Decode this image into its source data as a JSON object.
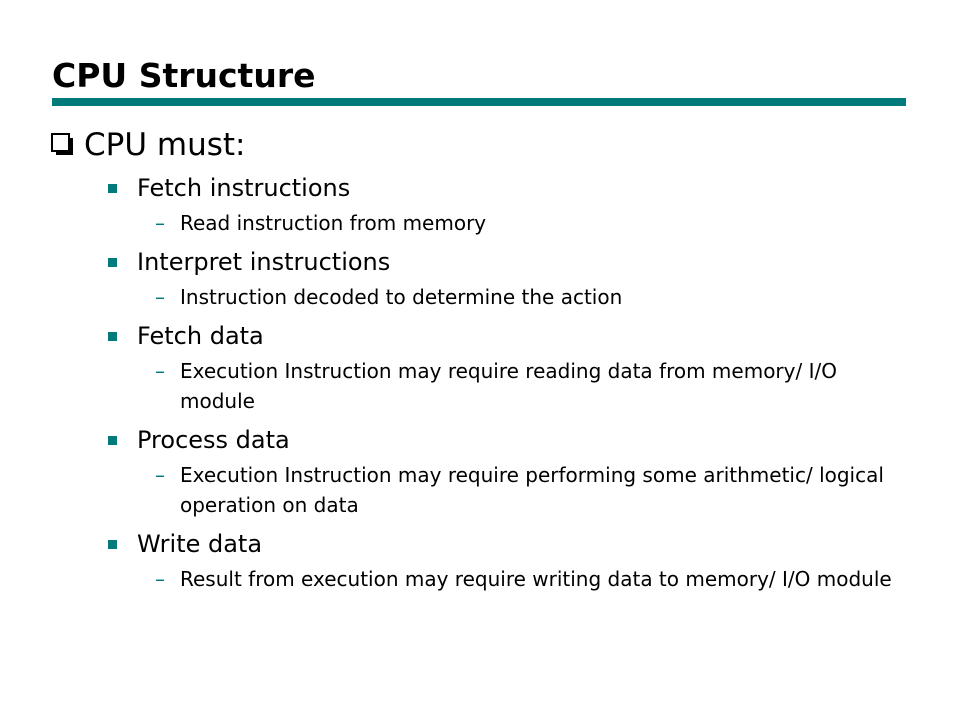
{
  "slide": {
    "title": "CPU Structure",
    "heading": "CPU must:",
    "accent_color": "#007a7a",
    "items": [
      {
        "label": "Fetch instructions",
        "detail": "Read instruction from memory"
      },
      {
        "label": "Interpret instructions",
        "detail": "Instruction decoded to determine the action"
      },
      {
        "label": "Fetch data",
        "detail": "Execution Instruction may require reading data from memory/ I/O module"
      },
      {
        "label": "Process data",
        "detail": "Execution Instruction may require performing some arithmetic/ logical operation on data"
      },
      {
        "label": "Write data",
        "detail": "Result from execution may require writing data to memory/ I/O module"
      }
    ],
    "icons": {
      "level1_bullet": "hollow-square-bullet-icon",
      "level2_bullet": "filled-square-bullet-icon",
      "level3_bullet": "dash-bullet-icon"
    }
  }
}
